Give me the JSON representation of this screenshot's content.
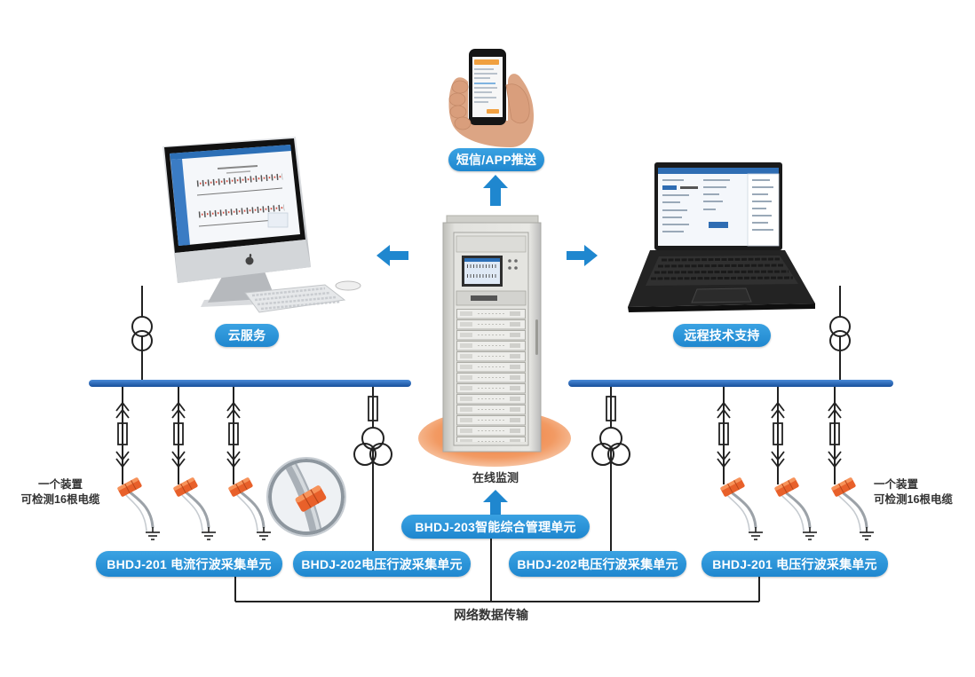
{
  "outputs": {
    "phone_push": "短信/APP推送",
    "cloud_service": "云服务",
    "remote_support": "远程技术支持"
  },
  "monitoring": {
    "label": "在线监测",
    "management_unit": "BHDJ-203智能综合管理单元"
  },
  "collectors": [
    "BHDJ-201 电流行波采集单元",
    "BHDJ-202电压行波采集单元",
    "BHDJ-202电压行波采集单元",
    "BHDJ-201 电压行波采集单元"
  ],
  "network_label": "网络数据传输",
  "notes": {
    "left": {
      "line1": "一个装置",
      "line2": "可检测16根电缆"
    },
    "right": {
      "line1": "一个装置",
      "line2": "可检测16根电缆"
    }
  },
  "icons": [
    "smartphone-icon",
    "desktop-monitor-icon",
    "laptop-icon",
    "monitoring-cabinet-icon",
    "transformer-icon",
    "fuse-icon",
    "cable-sensor-icon",
    "ground-icon",
    "arrow-icon"
  ],
  "colors": {
    "accent": "#1f87cf",
    "bus": "#1f5fae",
    "sensor": "#e8602a",
    "wire": "#222222"
  }
}
